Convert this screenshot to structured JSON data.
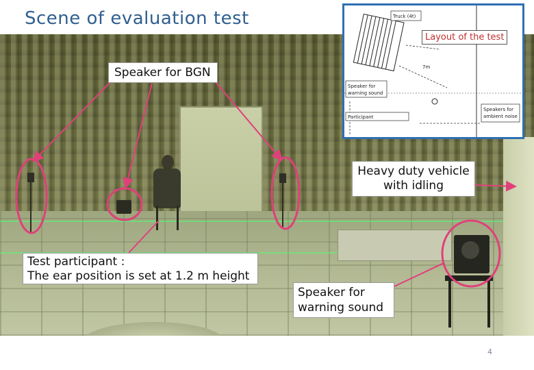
{
  "slide": {
    "title": "Scene of evaluation test",
    "page_number": "4"
  },
  "labels": {
    "speaker_bgn": "Speaker for BGN",
    "vehicle_line1": "Heavy duty vehicle",
    "vehicle_line2": "with idling",
    "participant_line1": "Test participant :",
    "participant_line2": "The ear position is set at 1.2 m height",
    "warning_line1": "Speaker for",
    "warning_line2": "warning sound"
  },
  "inset": {
    "title": "Layout of the test",
    "truck_label": "Truck (4t)",
    "distance_label": "7m",
    "warning_speaker_line1": "Speaker for",
    "warning_speaker_line2": "warning sound",
    "participant_label": "Participant",
    "ambient_line1": "Speakers for",
    "ambient_line2": "ambient noise"
  },
  "colors": {
    "title": "#2f5f8f",
    "callout": "#e0407a",
    "inset_border": "#2f6fb3",
    "inset_title": "#c03030"
  }
}
